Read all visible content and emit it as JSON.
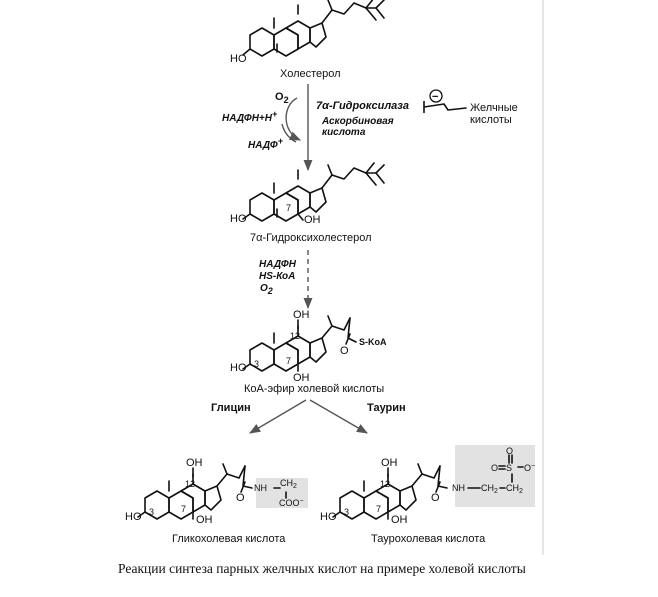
{
  "molecules": {
    "cholesterol": "Холестерол",
    "hydroxycholesterol": "7α-Гидроксихолестерол",
    "coa_ester": "КоА-эфир холевой кислоты",
    "glycocholic": "Гликохолевая кислота",
    "taurocholic": "Таурохолевая кислота"
  },
  "step1": {
    "o2": "O",
    "o2_sub": "2",
    "nadph_h": "НАДФН+Н",
    "plus": "+",
    "nadp": "НАДФ",
    "enzyme_prefix": "7α",
    "enzyme": "-Гидроксилаза",
    "cofactor_line1": "Аскорбиновая",
    "cofactor_line2": "кислота",
    "inhibitor_sign": "−",
    "inhibitor_line1": "Желчные",
    "inhibitor_line2": "кислоты"
  },
  "step2": {
    "nadph": "НАДФН",
    "hscoa": "HS-КоА",
    "o2": "O",
    "o2_sub": "2"
  },
  "step3": {
    "glycine": "Глицин",
    "taurine": "Таурин"
  },
  "structure_labels": {
    "ho": "HO",
    "oh": "OH",
    "pos3": "3",
    "pos7": "7",
    "pos12": "12",
    "o": "O",
    "s_coa": "S-KoA",
    "nh": "NH",
    "ch2": "CH",
    "ch2_sub": "2",
    "coo": "COO",
    "minus": "−",
    "s": "S"
  },
  "caption": "Реакции синтеза парных желчных кислот на примере холевой кислоты"
}
